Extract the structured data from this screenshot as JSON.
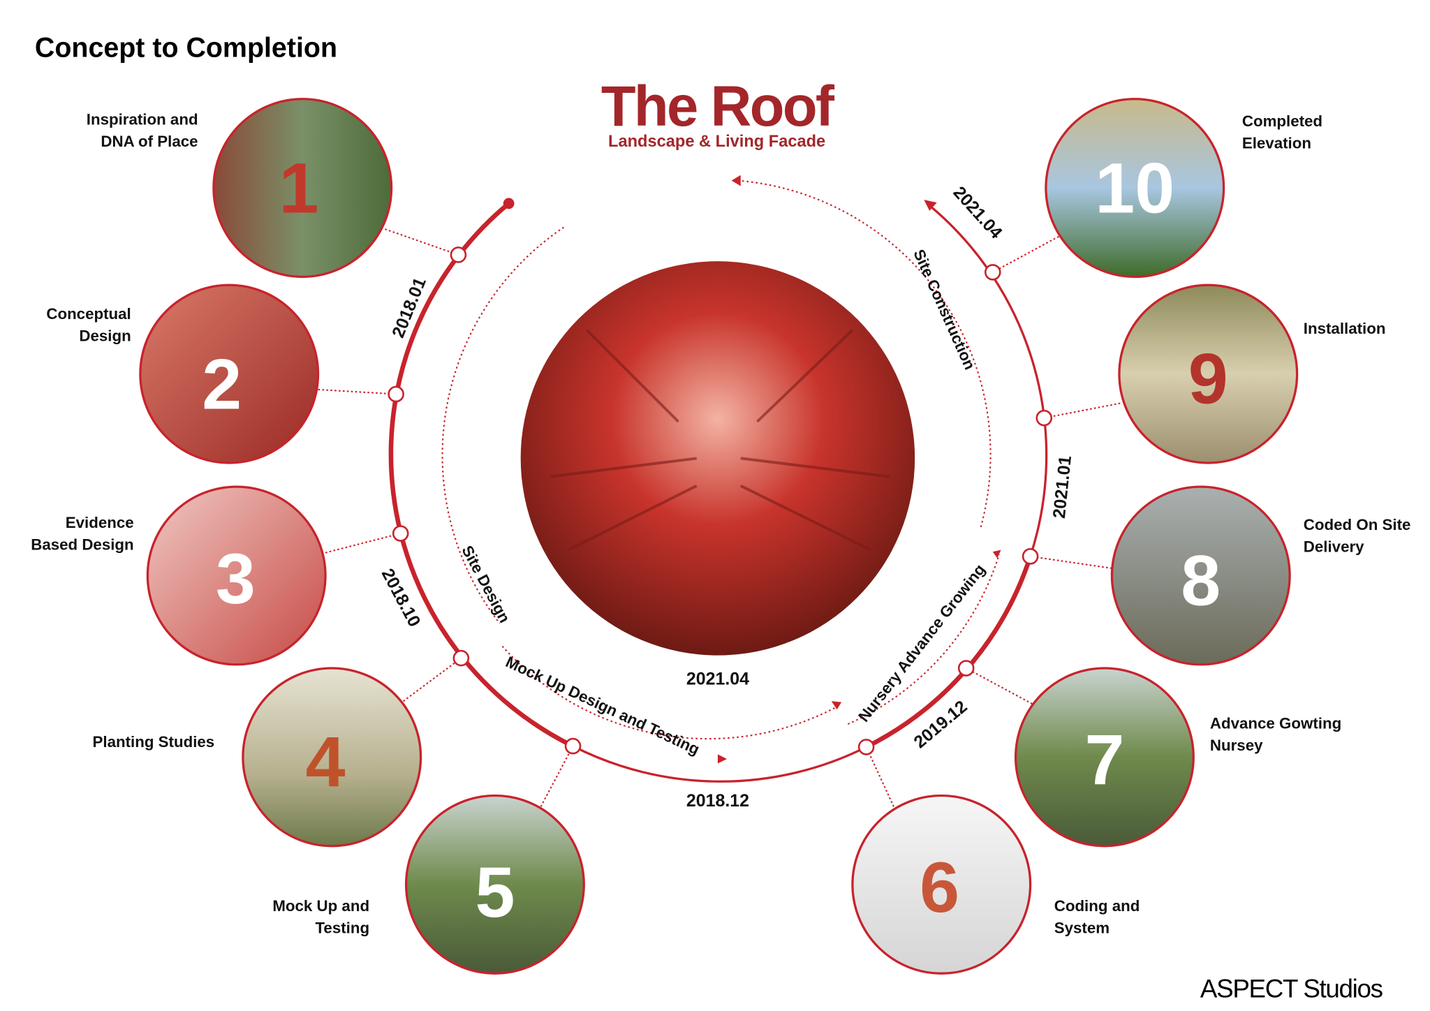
{
  "title": "Concept to Completion",
  "brand": {
    "name": "The Roof",
    "subtitle": "Landscape & Living Facade",
    "color": "#a3262a"
  },
  "footer_logo": "ASPECT Studios",
  "accent_color": "#c8232c",
  "center_date": "2021.04",
  "dates": {
    "d1": "2018.01",
    "d2": "2018.10",
    "d3": "2018.12",
    "d4": "2019.12",
    "d5": "2021.01",
    "d6": "2021.04"
  },
  "phases": {
    "site_design": "Site Design",
    "mockup": "Mock Up Design and Testing",
    "nursery": "Nursery Advance Growing",
    "construction": "Site Construction"
  },
  "steps": [
    {
      "number": "1",
      "label1": "Inspiration and",
      "label2": "DNA of Place",
      "number_color": "#c0392b"
    },
    {
      "number": "2",
      "label1": "Conceptual",
      "label2": "Design",
      "number_color": "#ffffff"
    },
    {
      "number": "3",
      "label1": "Evidence",
      "label2": "Based Design",
      "number_color": "#ffffff"
    },
    {
      "number": "4",
      "label1": "Planting Studies",
      "label2": "",
      "number_color": "#c0522b"
    },
    {
      "number": "5",
      "label1": "Mock Up and",
      "label2": "Testing",
      "number_color": "#ffffff"
    },
    {
      "number": "6",
      "label1": "Coding and",
      "label2": "System",
      "number_color": "#c8573a"
    },
    {
      "number": "7",
      "label1": "Advance Gowting",
      "label2": "Nursey",
      "number_color": "#ffffff"
    },
    {
      "number": "8",
      "label1": "Coded On Site",
      "label2": "Delivery",
      "number_color": "#ffffff"
    },
    {
      "number": "9",
      "label1": "Installation",
      "label2": "",
      "number_color": "#b3342a"
    },
    {
      "number": "10",
      "label1": "Completed",
      "label2": "Elevation",
      "number_color": "#ffffff"
    }
  ]
}
